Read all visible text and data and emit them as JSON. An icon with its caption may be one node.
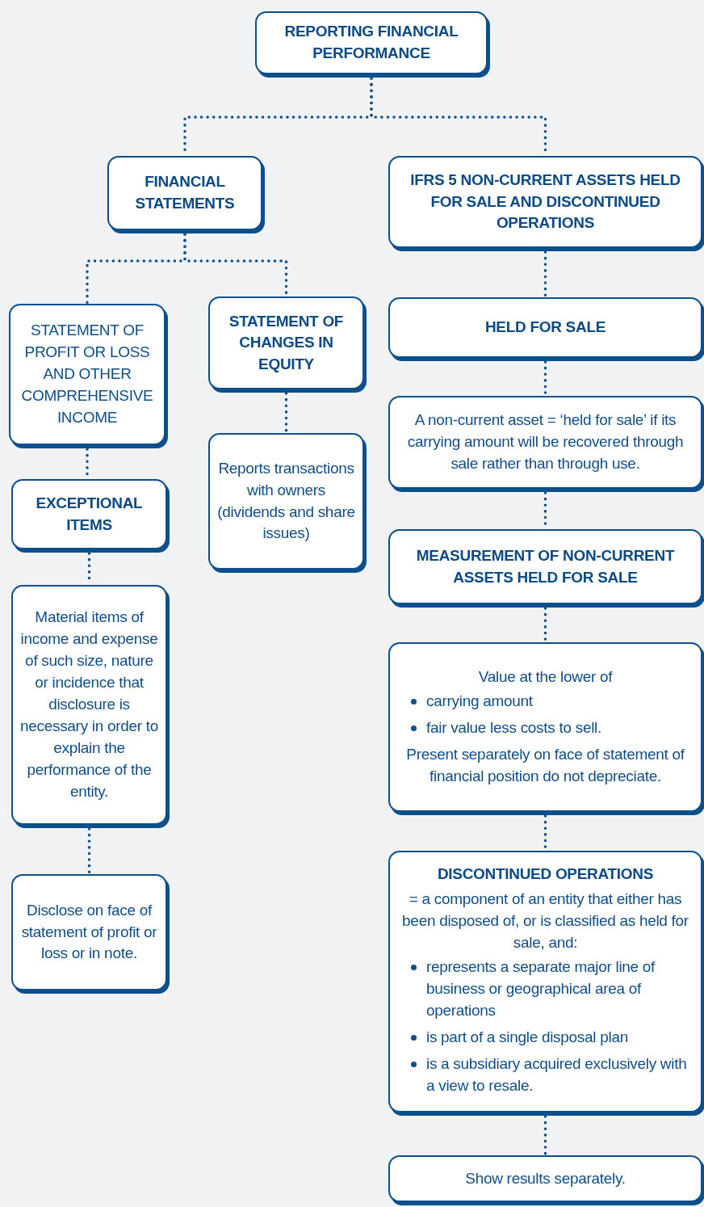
{
  "diagram": {
    "nodes": [
      {
        "text": [
          "REPORTING FINANCIAL PERFORMANCE"
        ]
      },
      {
        "text": [
          "FINANCIAL STATEMENTS"
        ]
      },
      {
        "text": [
          "IFRS 5 NON-CURRENT ASSETS HELD FOR SALE AND DISCONTINUED OPERATIONS"
        ]
      },
      {
        "text": [
          "STATEMENT OF PROFIT OR LOSS AND OTHER COMPREHENSIVE INCOME"
        ]
      },
      {
        "text": [
          "STATEMENT OF CHANGES IN EQUITY"
        ]
      },
      {
        "text": [
          "Reports transactions with owners (dividends and share issues)"
        ]
      },
      {
        "text": [
          "EXCEPTIONAL ITEMS"
        ]
      },
      {
        "text": [
          "Material items of income and expense of such size, nature or incidence that disclosure is necessary in order to explain the performance of the entity."
        ]
      },
      {
        "text": [
          "Disclose on face of statement of profit or loss or in note."
        ]
      },
      {
        "text": [
          "HELD FOR SALE"
        ]
      },
      {
        "text": [
          "A non-current asset = ‘held for sale’ if its carrying amount will be recovered through sale rather than through use."
        ]
      },
      {
        "text": [
          "MEASUREMENT OF NON-CURRENT ASSETS HELD FOR SALE"
        ]
      },
      {
        "text": [
          "Value at the lower of",
          "carrying amount",
          "fair value less costs to sell.",
          "Present separately on face of statement of financial position do not depreciate."
        ]
      },
      {
        "text": [
          "DISCONTINUED OPERATIONS",
          "= a component of an entity that either has been disposed of, or is classified as held for sale, and:",
          "represents a separate major line of business or geographical area of operations",
          "is part of a single disposal plan",
          "is a subsidiary acquired exclusively with a view to resale."
        ]
      },
      {
        "text": [
          "Show results separately."
        ]
      }
    ],
    "edges": [
      {
        "from": 0,
        "to": 1,
        "arrow": "none"
      },
      {
        "from": 0,
        "to": 2,
        "arrow": "none"
      },
      {
        "from": 1,
        "to": 3,
        "arrow": "none"
      },
      {
        "from": 1,
        "to": 4,
        "arrow": "none"
      },
      {
        "from": 3,
        "to": 6,
        "arrow": "none"
      },
      {
        "from": 6,
        "to": 7,
        "arrow": "none"
      },
      {
        "from": 7,
        "to": 8,
        "arrow": "none"
      },
      {
        "from": 4,
        "to": 5,
        "arrow": "none"
      },
      {
        "from": 2,
        "to": 9,
        "arrow": "none"
      },
      {
        "from": 9,
        "to": 10,
        "arrow": "none"
      },
      {
        "from": 10,
        "to": 11,
        "arrow": "none"
      },
      {
        "from": 11,
        "to": 12,
        "arrow": "none"
      },
      {
        "from": 12,
        "to": 13,
        "arrow": "none"
      },
      {
        "from": 13,
        "to": 14,
        "arrow": "none"
      }
    ]
  }
}
